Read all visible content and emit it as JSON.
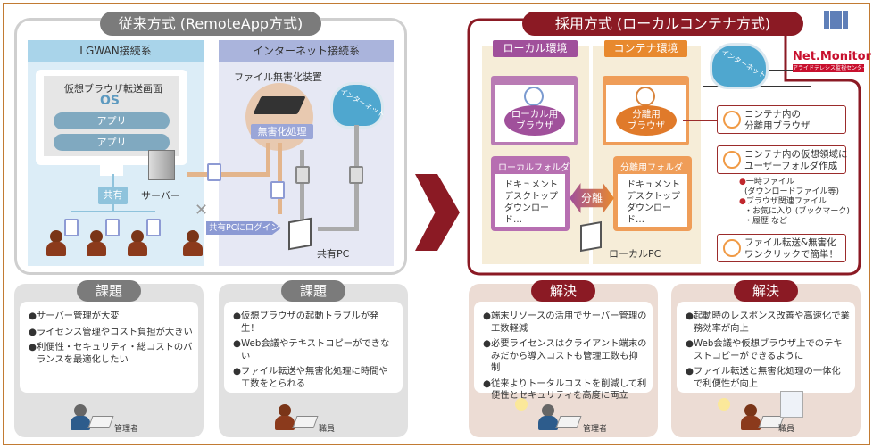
{
  "left_panel": {
    "title": "従来方式 (RemoteApp方式)",
    "lgwan": {
      "header": "LGWAN接続系",
      "screen_title": "仮想ブラウザ転送画面",
      "os": "OS",
      "apps": [
        "アプリ",
        "アプリ"
      ],
      "share": "共有",
      "server": "サーバー"
    },
    "internet": {
      "header": "インターネット接続系",
      "device": "ファイル無害化装置",
      "process": "無害化処理",
      "cloud": "インターネット",
      "login": "共有PCにログイン",
      "shared_pc": "共有PC"
    }
  },
  "right_panel": {
    "title": "採用方式 (ローカルコンテナ方式)",
    "local": {
      "header": "ローカル環境",
      "browser": "ローカル用\nブラウザ",
      "folder_title": "ローカルフォルダ",
      "folder_items": [
        "ドキュメント",
        "デスクトップ",
        "ダウンロード…"
      ]
    },
    "container": {
      "header": "コンテナ環境",
      "browser": "分離用\nブラウザ",
      "folder_title": "分離用フォルダ",
      "folder_items": [
        "ドキュメント",
        "デスクトップ",
        "ダウンロード…"
      ]
    },
    "separation": "分離",
    "local_pc": "ローカルPC",
    "cloud": "インターネット",
    "logo": {
      "name": "Net.Monitor",
      "sub": "アライドテレシス監視センター"
    },
    "callouts": [
      "コンテナ内の\n分離用ブラウザ",
      "コンテナ内の仮想領域に\nユーザーフォルダ作成",
      "ファイル転送&無害化\nワンクリックで簡単！"
    ],
    "folder_notes": [
      "一時ファイル",
      "(ダウンロードファイル等)",
      "ブラウザ関連ファイル",
      "・お気に入り (ブックマーク)",
      "・履歴 など"
    ]
  },
  "issues": [
    {
      "label": "課題",
      "role": "管理者",
      "items": [
        "●サーバー管理が大変",
        "●ライセンス管理やコスト負担が大きい",
        "●利便性・セキュリティ・総コストのバランスを最適化したい"
      ]
    },
    {
      "label": "課題",
      "role": "職員",
      "items": [
        "●仮想ブラウザの起動トラブルが発生！",
        "●Web会議やテキストコピーができない",
        "●ファイル転送や無害化処理に時間や工数をとられる"
      ]
    }
  ],
  "solutions": [
    {
      "label": "解決",
      "role": "管理者",
      "items": [
        "●端末リソースの活用でサーバー管理の工数軽減",
        "●必要ライセンスはクライアント端末のみだから導入コストも管理工数も抑制",
        "●従来よりトータルコストを削減して利便性とセキュリティを高度に両立"
      ]
    },
    {
      "label": "解決",
      "role": "職員",
      "items": [
        "●起動時のレスポンス改善や高速化で業務効率が向上",
        "●Web会議や仮想ブラウザ上でのテキストコピーができるように",
        "●ファイル転送と無害化処理の一体化で利便性が向上"
      ]
    }
  ],
  "colors": {
    "frame": "#c27b33",
    "accent": "#8b1a24",
    "local": "#a0509b",
    "container": "#e8892e",
    "lgwan": "#a9d4ea",
    "internet": "#aab4dc"
  }
}
